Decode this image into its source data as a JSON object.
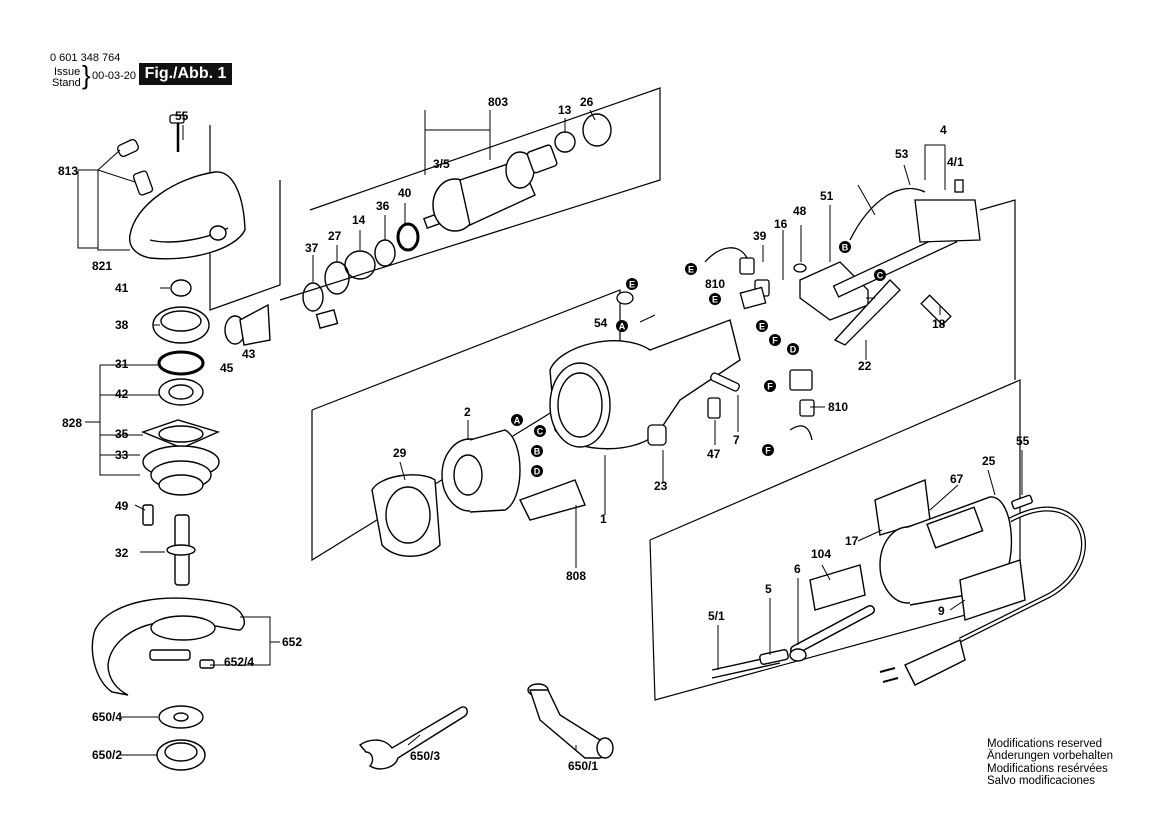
{
  "header": {
    "part_number": "0 601 348 764",
    "issue_label": "Issue",
    "stand_label": "Stand",
    "date": "00-03-20",
    "figure_label": "Fig./Abb. 1"
  },
  "notes": [
    "Modifications reserved",
    "Änderungen vorbehalten",
    "Modifications resérvées",
    "Salvo modificaciones"
  ],
  "part_labels": [
    "813",
    "55",
    "821",
    "41",
    "38",
    "43",
    "45",
    "31",
    "828",
    "42",
    "35",
    "33",
    "49",
    "32",
    "652",
    "652/4",
    "650/4",
    "650/2",
    "650/3",
    "650/1",
    "803",
    "13",
    "26",
    "3/5",
    "37",
    "27",
    "14",
    "36",
    "40",
    "29",
    "2",
    "808",
    "1",
    "23",
    "54",
    "47",
    "7",
    "39",
    "16",
    "810",
    "48",
    "51",
    "53",
    "4",
    "4/1",
    "18",
    "22",
    "810",
    "25",
    "55",
    "67",
    "17",
    "104",
    "9",
    "6",
    "5",
    "5/1"
  ],
  "connector_letters": [
    "A",
    "B",
    "C",
    "D",
    "E",
    "F"
  ]
}
